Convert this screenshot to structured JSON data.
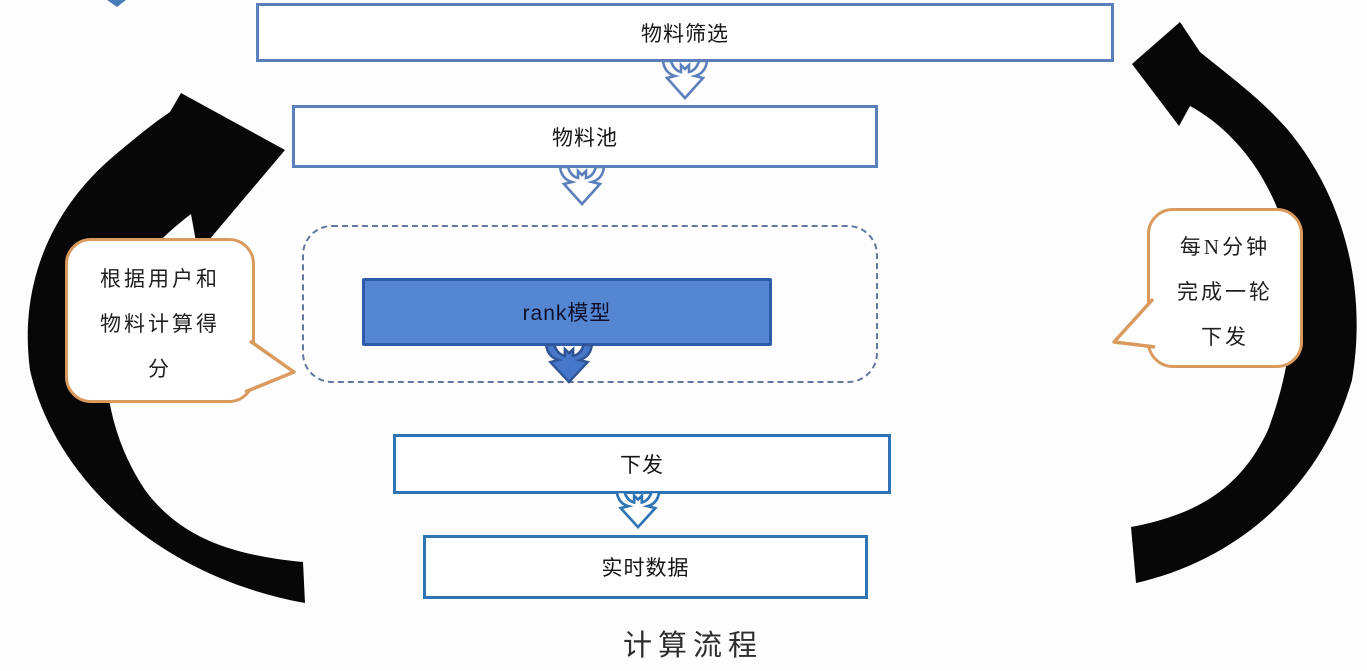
{
  "title": "计算流程",
  "flow": {
    "nodes": [
      {
        "id": "material-screening",
        "label": "物料筛选"
      },
      {
        "id": "material-pool",
        "label": "物料池"
      },
      {
        "id": "rank-model",
        "label": "rank模型"
      },
      {
        "id": "dispatch",
        "label": "下发"
      },
      {
        "id": "realtime-data",
        "label": "实时数据"
      }
    ]
  },
  "callouts": {
    "left": {
      "text": "根据用户和物料计算得分",
      "lines": [
        "根据用户和",
        "物料计算得",
        "分"
      ]
    },
    "right": {
      "text": "每N分钟完成一轮下发",
      "lines": [
        "每N分钟",
        "完成一轮",
        "下发"
      ]
    }
  },
  "colors": {
    "box_border_light": "#5B7FBA",
    "box_border_dark": "#2E74B5",
    "rank_fill": "#5586D1",
    "rank_border": "#2D5CA8",
    "solid_arrow_fill": "#4677C8",
    "solid_arrow_border": "#2F5597",
    "dashed_border": "#64789F",
    "callout_border": "#DA9A5E",
    "cycle_arrow": "#070707"
  }
}
